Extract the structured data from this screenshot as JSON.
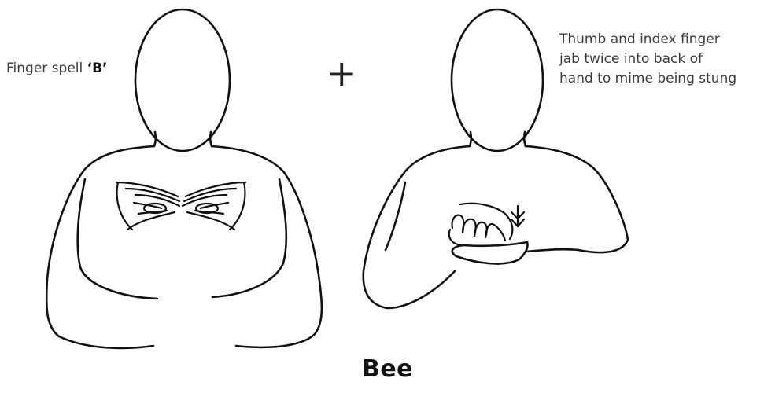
{
  "sign": {
    "word": "Bee",
    "joiner": "+"
  },
  "step1": {
    "instruction_prefix": "Finger spell ",
    "instruction_letter": "‘B’"
  },
  "step2": {
    "instruction_lines": [
      "Thumb and index finger",
      "jab twice into back of",
      "hand to mime being stung"
    ]
  },
  "icons": {
    "figure_left": "signer-two-hands-letter-b",
    "figure_right": "signer-hand-jab",
    "motion": "double-down-arrow-icon"
  },
  "colors": {
    "line": "#111111",
    "text": "#3c3c3c",
    "background": "#ffffff"
  }
}
